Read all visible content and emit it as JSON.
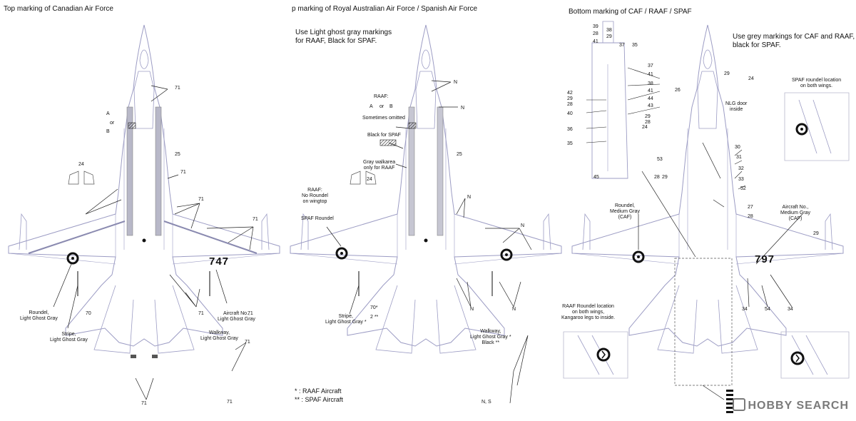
{
  "panels": {
    "top_caf": {
      "title": "Top marking of Canadian Air Force",
      "labels": {
        "a": "A",
        "or": "or",
        "b": "B",
        "n24": "24",
        "n25": "25",
        "n71": "71",
        "n70": "70",
        "roundel": "Roundel,\nLight Ghost Gray",
        "stripe": "Stripe,\nLight Ghost Gray",
        "walkway": "Walkway,\nLight Ghost Gray",
        "aircraft_no": "Aircraft No.,\nLight Ghost Gray"
      },
      "aircraft_number": "747"
    },
    "top_raaf_spaf": {
      "title": "p marking of Royal Australian Air Force / Spanish Air Force",
      "note": "Use Light ghost gray markings\nfor RAAF, Black for SPAF.",
      "labels": {
        "raaf": "RAAF:",
        "a": "A",
        "or": "or",
        "b": "B",
        "sometimes": "Sometimes omitted",
        "black_spaf": "Black for SPAF",
        "gray_walk": "Gray walkarea\nonly for RAAF",
        "no_roundel": "RAAF:\nNo Roundel\non wingtop",
        "spaf_roundel": "SPAF Roundel",
        "stripe": "Stripe,\nLight Ghost Gray *",
        "walkway": "Walkway,\nLight Ghost Gray *\nBlack **",
        "n": "N",
        "n24": "24",
        "n25": "25",
        "n70": "70*",
        "n2": "2 **",
        "ns": "N, S"
      },
      "legend": [
        "* : RAAF Aircraft",
        "** : SPAF Aircraft"
      ]
    },
    "bottom": {
      "title": "Bottom marking of CAF / RAAF / SPAF",
      "note": "Use grey markings for CAF and RAAF,\nblack for SPAF.",
      "labels": {
        "spaf_roundel_loc": "SPAF roundel location\non both wings.",
        "nlg": "NLG door\ninside",
        "roundel": "Roundel,\nMedium Gray\n(CAF)",
        "aircraft_no": "Aircraft No.,\nMedium Gray\n(CAF)",
        "raaf_roundel_loc": "RAAF Roundel location\non both wings,\nKangaroo legs to inside.",
        "n24": "24",
        "n26": "26",
        "n29": "29"
      },
      "aircraft_number": "797",
      "pylon_numbers": [
        "39",
        "38",
        "29",
        "28",
        "41",
        "37",
        "35",
        "37",
        "41",
        "38",
        "41",
        "44",
        "43",
        "29",
        "28",
        "42",
        "29",
        "28",
        "40",
        "36",
        "35",
        "45"
      ],
      "fuselage_numbers": [
        "30",
        "31",
        "32",
        "33",
        "52",
        "27",
        "28",
        "53",
        "28",
        "29",
        "29",
        "34",
        "54",
        "34"
      ]
    }
  },
  "watermark": "HOBBY SEARCH"
}
